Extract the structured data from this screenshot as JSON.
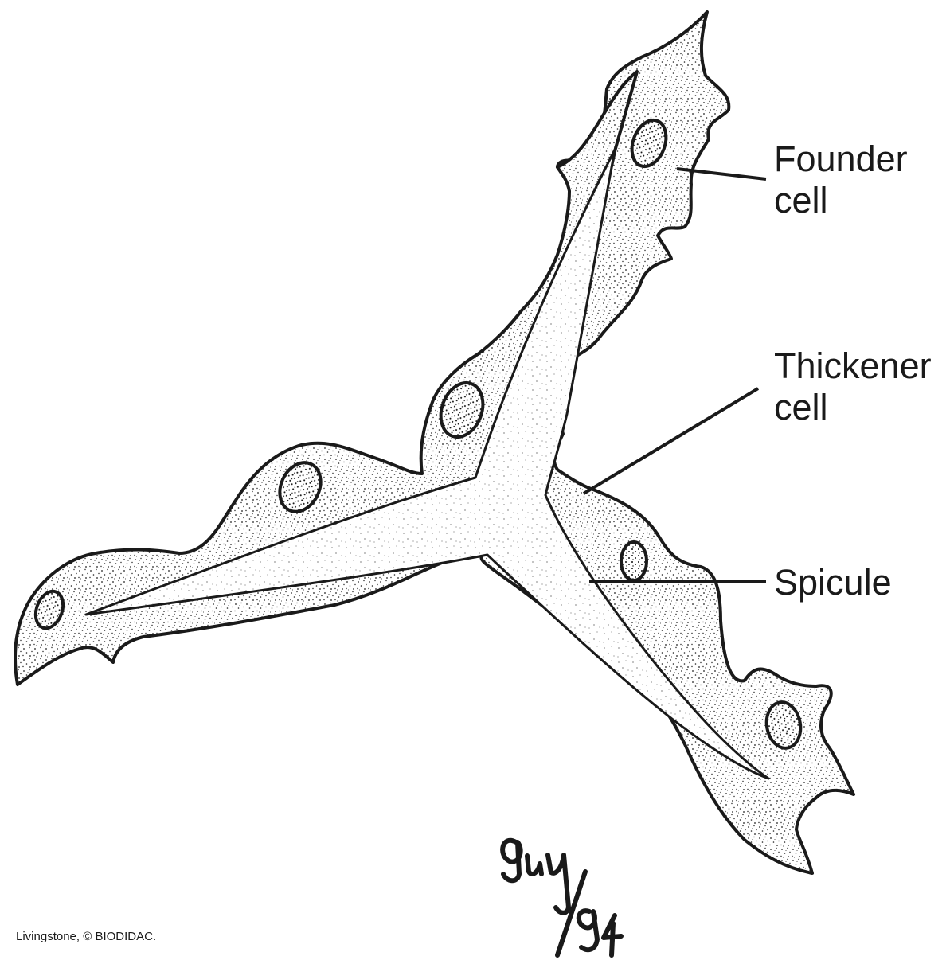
{
  "labels": {
    "founder_line1": "Founder",
    "founder_line2": "cell",
    "thickener_line1": "Thickener",
    "thickener_line2": "cell",
    "spicule": "Spicule"
  },
  "signature": "Guy/94",
  "credit": "Livingstone, © BIODIDAC.",
  "colors": {
    "ink": "#1a1a1a",
    "background": "#ffffff",
    "stipple": "#222222"
  }
}
